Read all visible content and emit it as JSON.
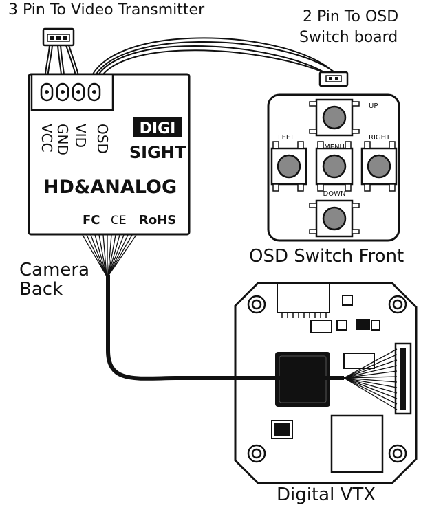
{
  "labels": {
    "pin3": "3 Pin To Video Transmitter",
    "pin2_line1": "2 Pin To OSD",
    "pin2_line2": "Switch board",
    "camera_back_line1": "Camera",
    "camera_back_line2": "Back",
    "osd_switch_front": "OSD Switch Front",
    "digital_vtx": "Digital VTX"
  },
  "camera": {
    "pins": [
      "VCC",
      "GND",
      "VID",
      "OSD"
    ],
    "logo_line1": "DIGI",
    "logo_line2": "SIGHT",
    "model": "HD&ANALOG",
    "certs": [
      "FC",
      "CE",
      "RoHS"
    ]
  },
  "osd_board": {
    "buttons": {
      "up": "UP",
      "left": "LEFT",
      "menu": "MENU",
      "right": "RIGHT",
      "down": "DOWN"
    }
  }
}
